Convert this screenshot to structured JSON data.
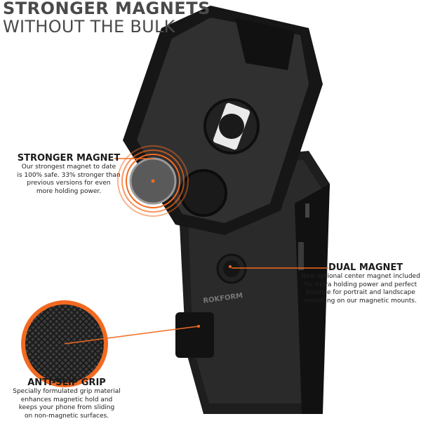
{
  "headline": {
    "line1": "STRONGER MAGNETS",
    "line2": "WITHOUT THE BULK"
  },
  "brand_logo": "ROKFORM",
  "callouts": [
    {
      "title": "STRONGER MAGNET",
      "lines": [
        "Our strongest magnet to date",
        "is 100% safe. 33% stronger than",
        "previous versions for even",
        "more holding power."
      ]
    },
    {
      "title": "DUAL MAGNET",
      "lines": [
        "New optional center magnet included",
        "for extra holding power and perfect",
        "balance for portrait and landscape",
        "mounting on our magnetic mounts."
      ]
    },
    {
      "title": "ANTI-SLIP GRIP",
      "lines": [
        "Specially formulated grip material",
        "enhances magnetic hold and",
        "keeps your phone from sliding",
        "on non-magnetic surfaces."
      ]
    }
  ],
  "colors": {
    "accent": "#f26a21",
    "text": "#4a4a4a",
    "case": "#1c1c1c"
  }
}
